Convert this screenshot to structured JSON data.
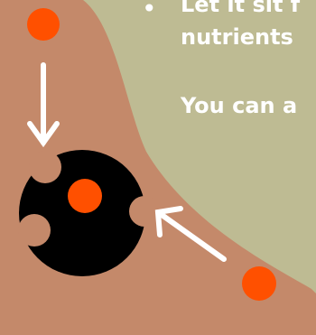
{
  "palette": {
    "background": "#bebb93",
    "terracotta": "#c4896a",
    "orange": "#ff5000",
    "black": "#000000",
    "white": "#ffffff"
  },
  "text": {
    "bullet": "•",
    "line1": "Let it sit f",
    "line2": "nutrients",
    "line3": "You can a"
  },
  "icons": {
    "nucleus": "black-cell-with-pores",
    "particle": "orange-dot",
    "arrow": "white-arrow"
  }
}
